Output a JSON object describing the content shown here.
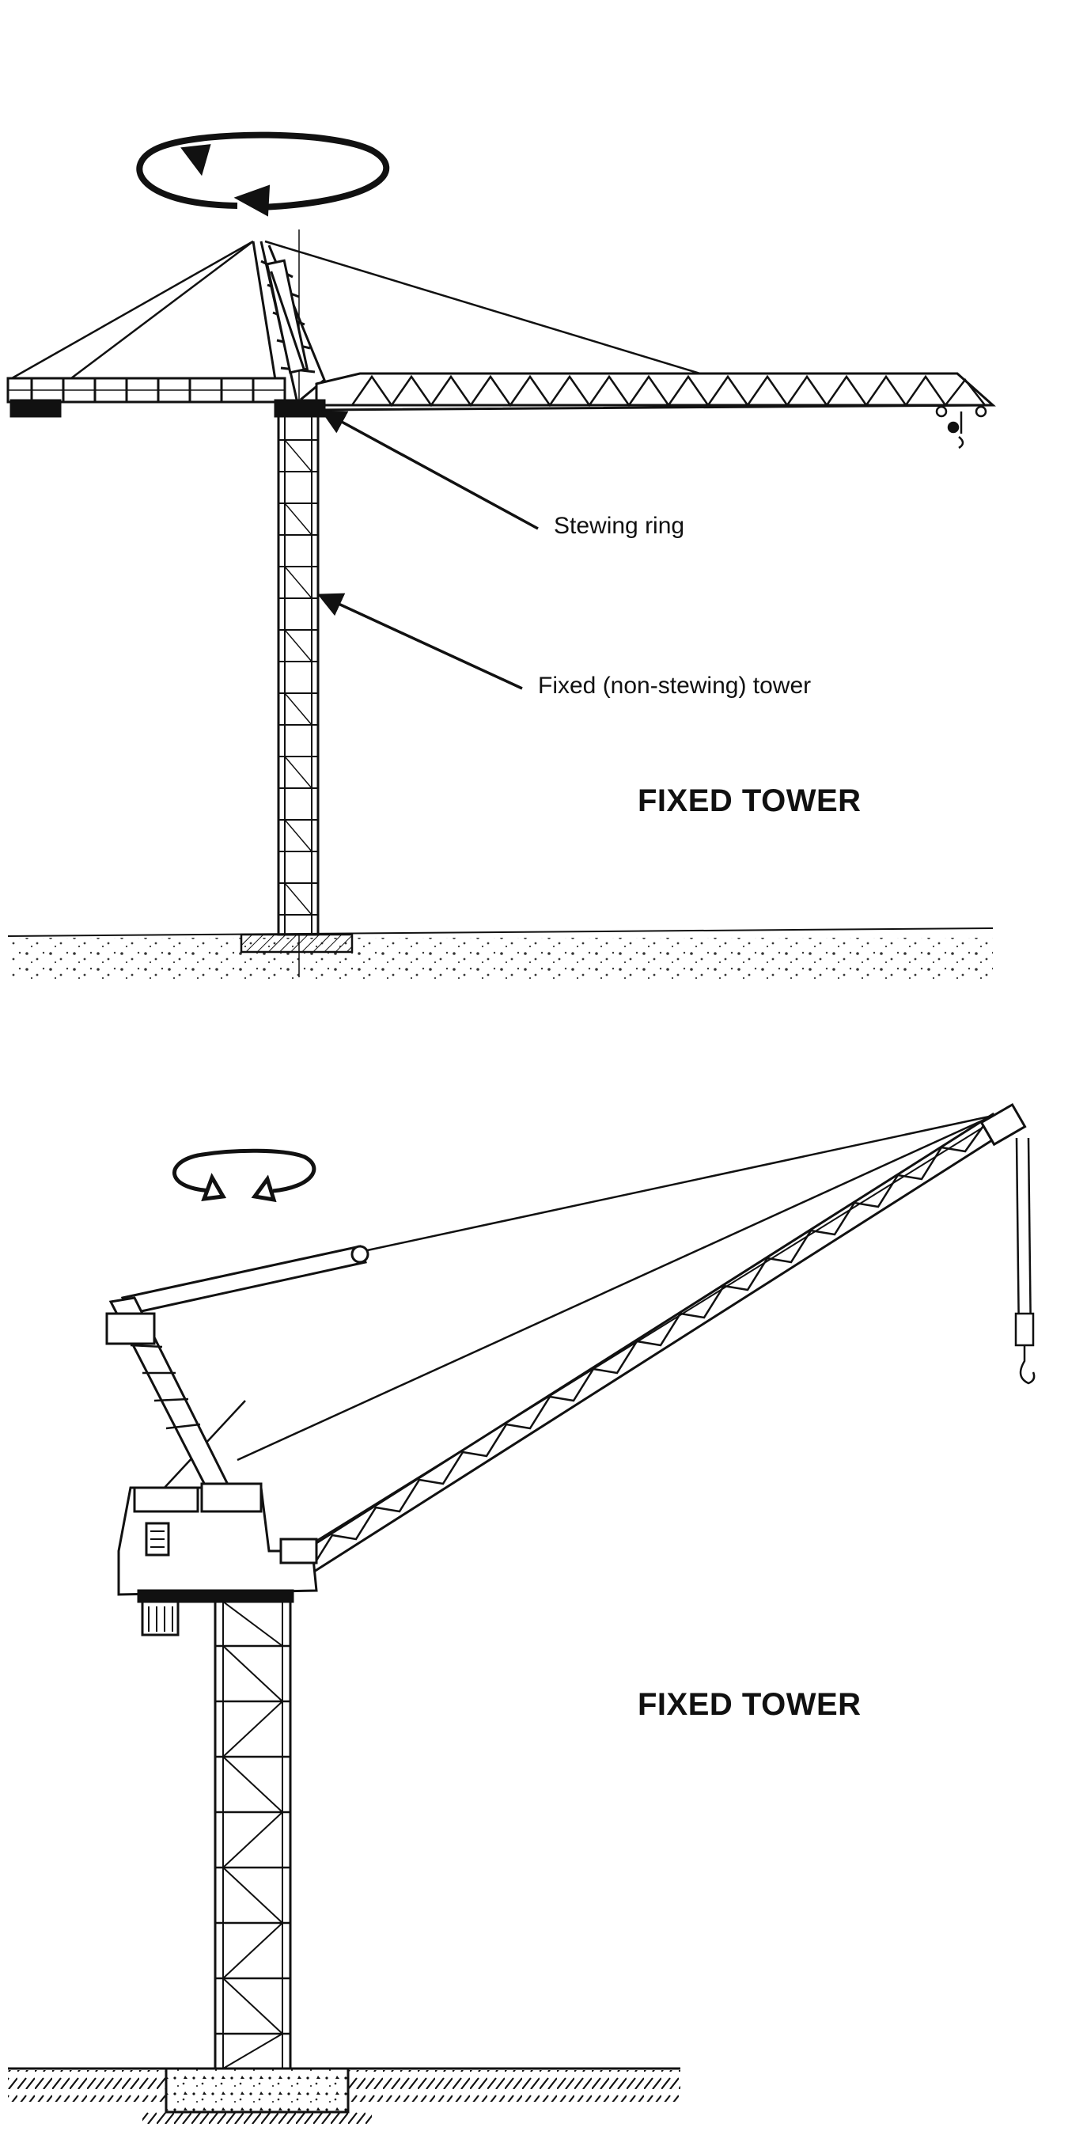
{
  "diagram_top": {
    "callouts": [
      {
        "text": "Stewing ring"
      },
      {
        "text": "Fixed (non-stewing) tower"
      }
    ],
    "caption": "FIXED TOWER"
  },
  "diagram_bottom": {
    "caption": "FIXED TOWER"
  },
  "colors": {
    "ink": "#111111",
    "background": "#ffffff"
  }
}
